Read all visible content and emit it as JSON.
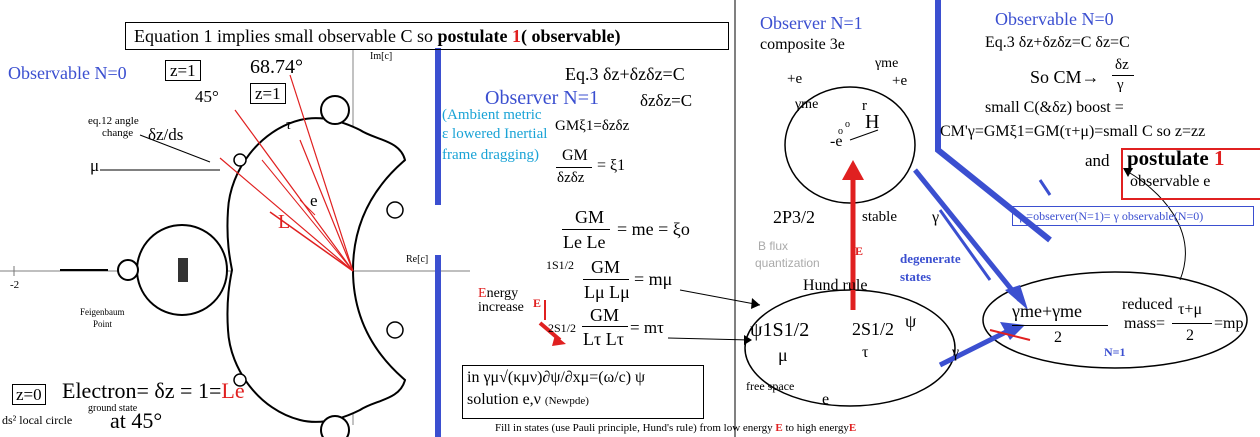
{
  "header": {
    "prefix": "Equation 1 implies small observable C so ",
    "bold1": "postulate ",
    "red1": "1",
    "bold2": "( observable)"
  },
  "left": {
    "observable_label": "Observable N=0",
    "z1_box": "z=1",
    "z1_box2": "z=1",
    "angle45": "45°",
    "angle6874": "68.74°",
    "eq12": "eq.12 angle",
    "change": "change",
    "dz_ds": "δz/ds",
    "tau": "τ",
    "mu": "μ",
    "e": "e",
    "L": "L",
    "im_axis": "Im[c]",
    "re_axis": "Re[c]",
    "minus2": "-2",
    "feigenbaum_1": "Feigenbaum",
    "feigenbaum_2": "Point",
    "z0_box": "z=0",
    "electron": "Electron= δz = 1=",
    "Le": "Le",
    "ground_state": "ground state",
    "ds2": "ds² local circle",
    "at45": "at 45°"
  },
  "middle": {
    "eq3": "Eq.3   δz+δzδz=C",
    "observer": "Observer  N=1",
    "dzdz": "δzδz=C",
    "ambient1": "(Ambient metric",
    "ambient2": "ε lowered Inertial",
    "ambient3": "frame dragging)",
    "gm_xi": "GMξ1=δzδz",
    "gm_frac_num": "GM",
    "gm_frac_den": "δzδz",
    "xi1": "= ξ1",
    "gmle_num": "GM",
    "gmle_den": "Le Le",
    "me_eq": "= me  = ξo",
    "s12": "1S1/2",
    "gmlmu_num": "GM",
    "gmlmu_den": "Lμ Lμ",
    "mmu": "=  mμ",
    "energy_E": "E",
    "energy": "nergy",
    "increase": "increase",
    "Earrow": "E",
    "s2": "2S1/2",
    "gmltau_num": "GM",
    "gmltau_den": "Lτ Lτ",
    "mtau": "= mτ",
    "newpde1": "in  γμ√(κμν)∂ψ/∂xμ=(ω/c) ψ",
    "newpde2": "solution e,ν",
    "newpde3": "(Newpde)",
    "footer": "Fill in states (use Pauli principle, Hund's rule) from low energy ",
    "footerE1": "E",
    "footer2": " to high energy",
    "footerE2": "E"
  },
  "right_center": {
    "observer": "Observer  N=1",
    "composite": "composite 3e",
    "plus_e1": "+e",
    "plus_e2": "+e",
    "gamma_me_1": "γme",
    "gamma_me_2": "γme",
    "r": "r",
    "H": "H",
    "minus_e": "-e",
    "o1": "o",
    "o2": "o",
    "p32": "2P3/2",
    "stable": "stable",
    "bflux1": "B flux",
    "bflux2": "quantization",
    "E": "E",
    "hund": "Hund rule",
    "psi1": "ψ1S1/2",
    "mu": "μ",
    "psi2": "2S1/2",
    "tau": "τ",
    "psi3": "ψ",
    "free_space": "free space",
    "e": "e",
    "gamma": "γ",
    "gamma2": "γ"
  },
  "right": {
    "observable": "Observable N=0",
    "eq3": "Eq.3   δz+δzδz=C   δz=C",
    "so_cm": "So CM→",
    "frac_num": "δz",
    "frac_den": "γ",
    "small_c": "small C(&δz) boost  =",
    "cm_line": "CM'γ=GMξ1=GM(τ+μ)=small C so z=zz",
    "and": "and",
    "postulate": "postulate ",
    "one": "1",
    "observable_e": "observable  e",
    "gamma_line": "γ =observer(N=1)= γ observable(N=0)",
    "degenerate1": "degenerate",
    "degenerate2": "states",
    "reduced_left": "γme+γme",
    "reduced_mid": "reduced",
    "reduced_mass": "mass=",
    "tau_mu": "τ+μ",
    "two1": "2",
    "two2": "2",
    "mp": "=mp",
    "n1": "N=1"
  }
}
